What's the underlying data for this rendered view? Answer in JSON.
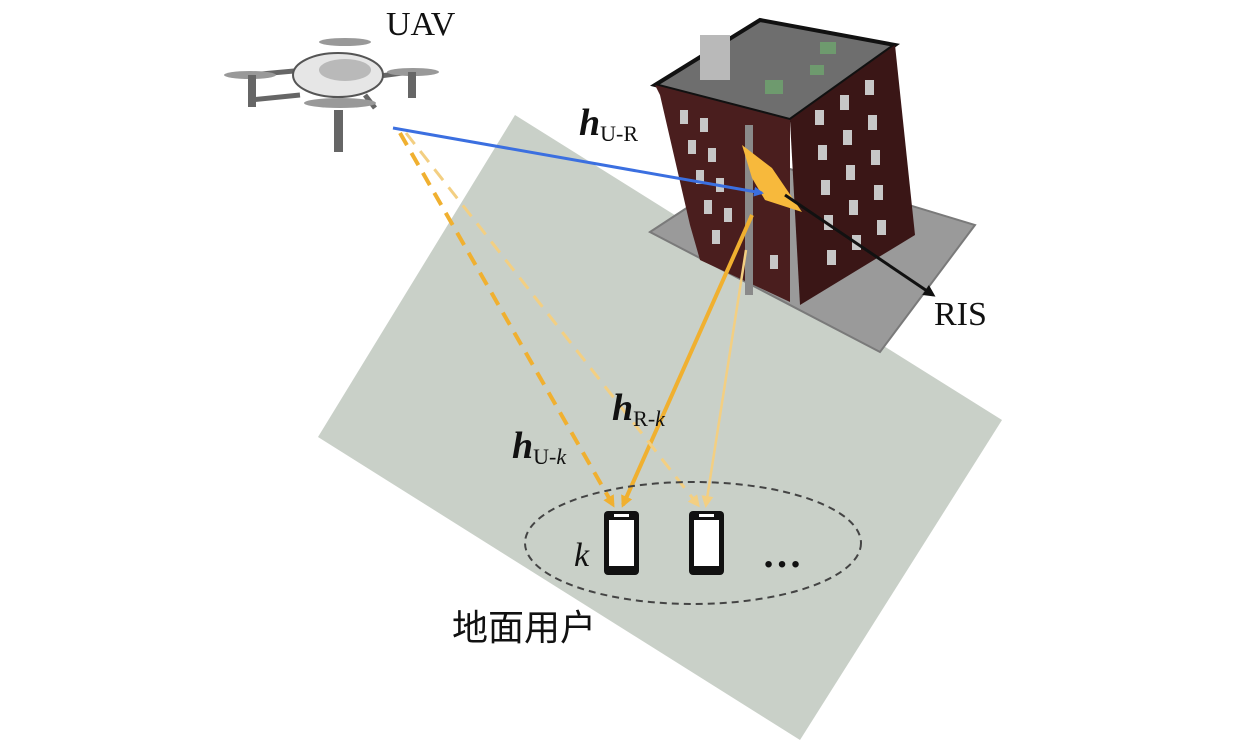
{
  "labels": {
    "uav": "UAV",
    "ris": "RIS",
    "h_ur_main": "h",
    "h_ur_sub": "U-R",
    "h_rk_main": "h",
    "h_rk_sub_a": "R-",
    "h_rk_sub_k": "k",
    "h_uk_main": "h",
    "h_uk_sub_a": "U-",
    "h_uk_sub_k": "k",
    "user_k": "k",
    "more_users": "…",
    "ground_users": "地面用户"
  },
  "colors": {
    "ground_plane": "#c9d0c8",
    "direct_link": "#3b6fe0",
    "reflect_link": "#f0b030",
    "ris_panel": "#f7b93c",
    "building": "#4a1e1e"
  }
}
